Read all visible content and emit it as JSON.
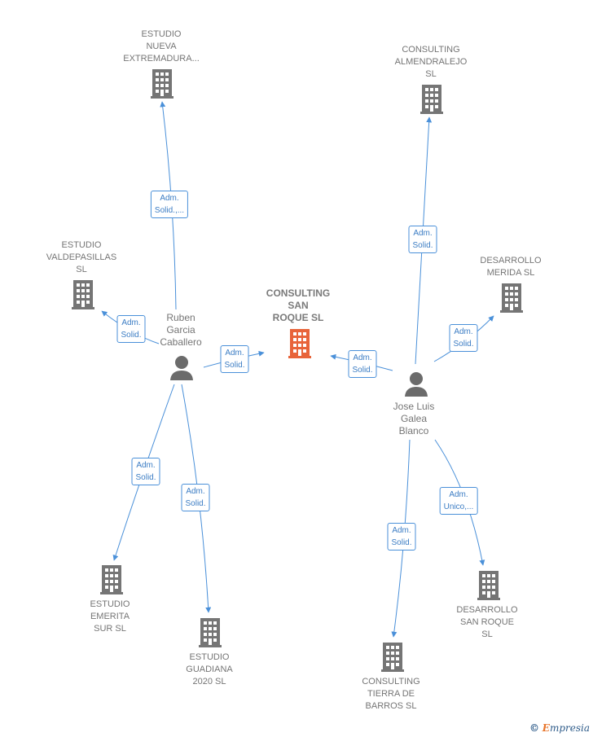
{
  "colors": {
    "edge": "#4a90d9",
    "company_icon": "#757575",
    "main_company_icon": "#e8643a",
    "person_icon": "#6b6b6b"
  },
  "nodes": {
    "consulting_san_roque": "CONSULTING\nSAN\nROQUE  SL",
    "estudio_nueva_extremadura": "ESTUDIO\nNUEVA\nEXTREMADURA...",
    "consulting_almendralejo": "CONSULTING\nALMENDRALEJO\nSL",
    "estudio_valdepasillas": "ESTUDIO\nVALDEPASILLAS\nSL",
    "desarrollo_merida": "DESARROLLO\nMERIDA  SL",
    "estudio_emerita_sur": "ESTUDIO\nEMERITA\nSUR  SL",
    "estudio_guadiana_2020": "ESTUDIO\nGUADIANA\n2020  SL",
    "consulting_tierra_de_barros": "CONSULTING\nTIERRA DE\nBARROS  SL",
    "desarrollo_san_roque": "DESARROLLO\nSAN ROQUE\nSL",
    "ruben_garcia_caballero": "Ruben\nGarcia\nCaballero",
    "jose_luis_galea_blanco": "Jose Luis\nGalea\nBlanco"
  },
  "edges": {
    "ruben_to_nueva_extremadura": "Adm.\nSolid.,...",
    "ruben_to_valdepasillas": "Adm.\nSolid.",
    "ruben_to_san_roque": "Adm.\nSolid.",
    "ruben_to_emerita_sur": "Adm.\nSolid.",
    "ruben_to_guadiana": "Adm.\nSolid.",
    "jose_to_almendralejo": "Adm.\nSolid.",
    "jose_to_merida": "Adm.\nSolid.",
    "jose_to_san_roque": "Adm.\nSolid.",
    "jose_to_tierra_de_barros": "Adm.\nSolid.",
    "jose_to_desarrollo_san_roque": "Adm.\nUnico,..."
  },
  "brand": {
    "copyright": "©",
    "initial": "E",
    "rest": "mpresia"
  }
}
